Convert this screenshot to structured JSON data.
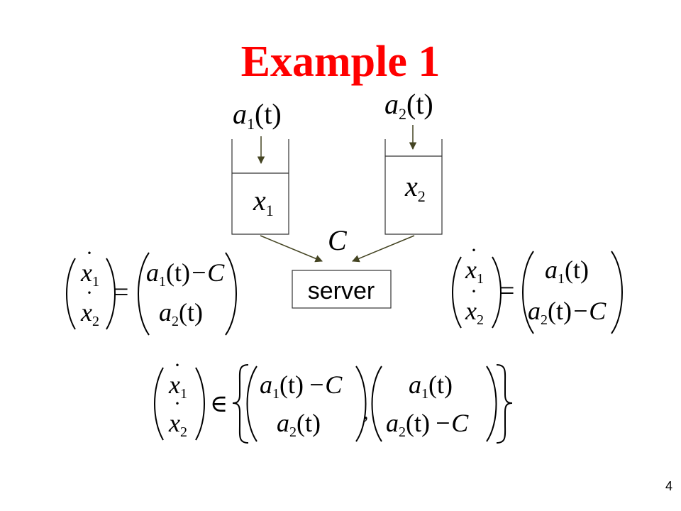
{
  "title": "Example 1",
  "title_color": "#ff0000",
  "page_number": "4",
  "server": {
    "label": "server"
  },
  "queue1": {
    "arrival_fn": "a",
    "arrival_sub": "1",
    "arrival_arg": "(t)",
    "state": "x",
    "state_sub": "1"
  },
  "queue2": {
    "arrival_fn": "a",
    "arrival_sub": "2",
    "arrival_arg": "(t)",
    "state": "x",
    "state_sub": "2"
  },
  "capacity": "C",
  "equation_left": {
    "lhs": [
      {
        "var": "x",
        "sub": "1"
      },
      {
        "var": "x",
        "sub": "2"
      }
    ],
    "op": "=",
    "rhs": [
      {
        "fn": "a",
        "sub": "1",
        "arg": "(t)",
        "minus": "−C"
      },
      {
        "fn": "a",
        "sub": "2",
        "arg": "(t)",
        "minus": ""
      }
    ]
  },
  "equation_right": {
    "lhs": [
      {
        "var": "x",
        "sub": "1"
      },
      {
        "var": "x",
        "sub": "2"
      }
    ],
    "op": "=",
    "rhs": [
      {
        "fn": "a",
        "sub": "1",
        "arg": "(t)",
        "minus": ""
      },
      {
        "fn": "a",
        "sub": "2",
        "arg": "(t)",
        "minus": "−C"
      }
    ]
  },
  "equation_bottom": {
    "lhs": [
      {
        "var": "x",
        "sub": "1"
      },
      {
        "var": "x",
        "sub": "2"
      }
    ],
    "op": "∈",
    "separator": ",",
    "option1": [
      {
        "fn": "a",
        "sub": "1",
        "arg": "(t)",
        "minus": "−C"
      },
      {
        "fn": "a",
        "sub": "2",
        "arg": "(t)",
        "minus": ""
      }
    ],
    "option2": [
      {
        "fn": "a",
        "sub": "1",
        "arg": "(t)",
        "minus": ""
      },
      {
        "fn": "a",
        "sub": "2",
        "arg": "(t)",
        "minus": "−C"
      }
    ]
  },
  "colors": {
    "arrow": "#555533",
    "frame": "#333333",
    "text": "#000000"
  }
}
